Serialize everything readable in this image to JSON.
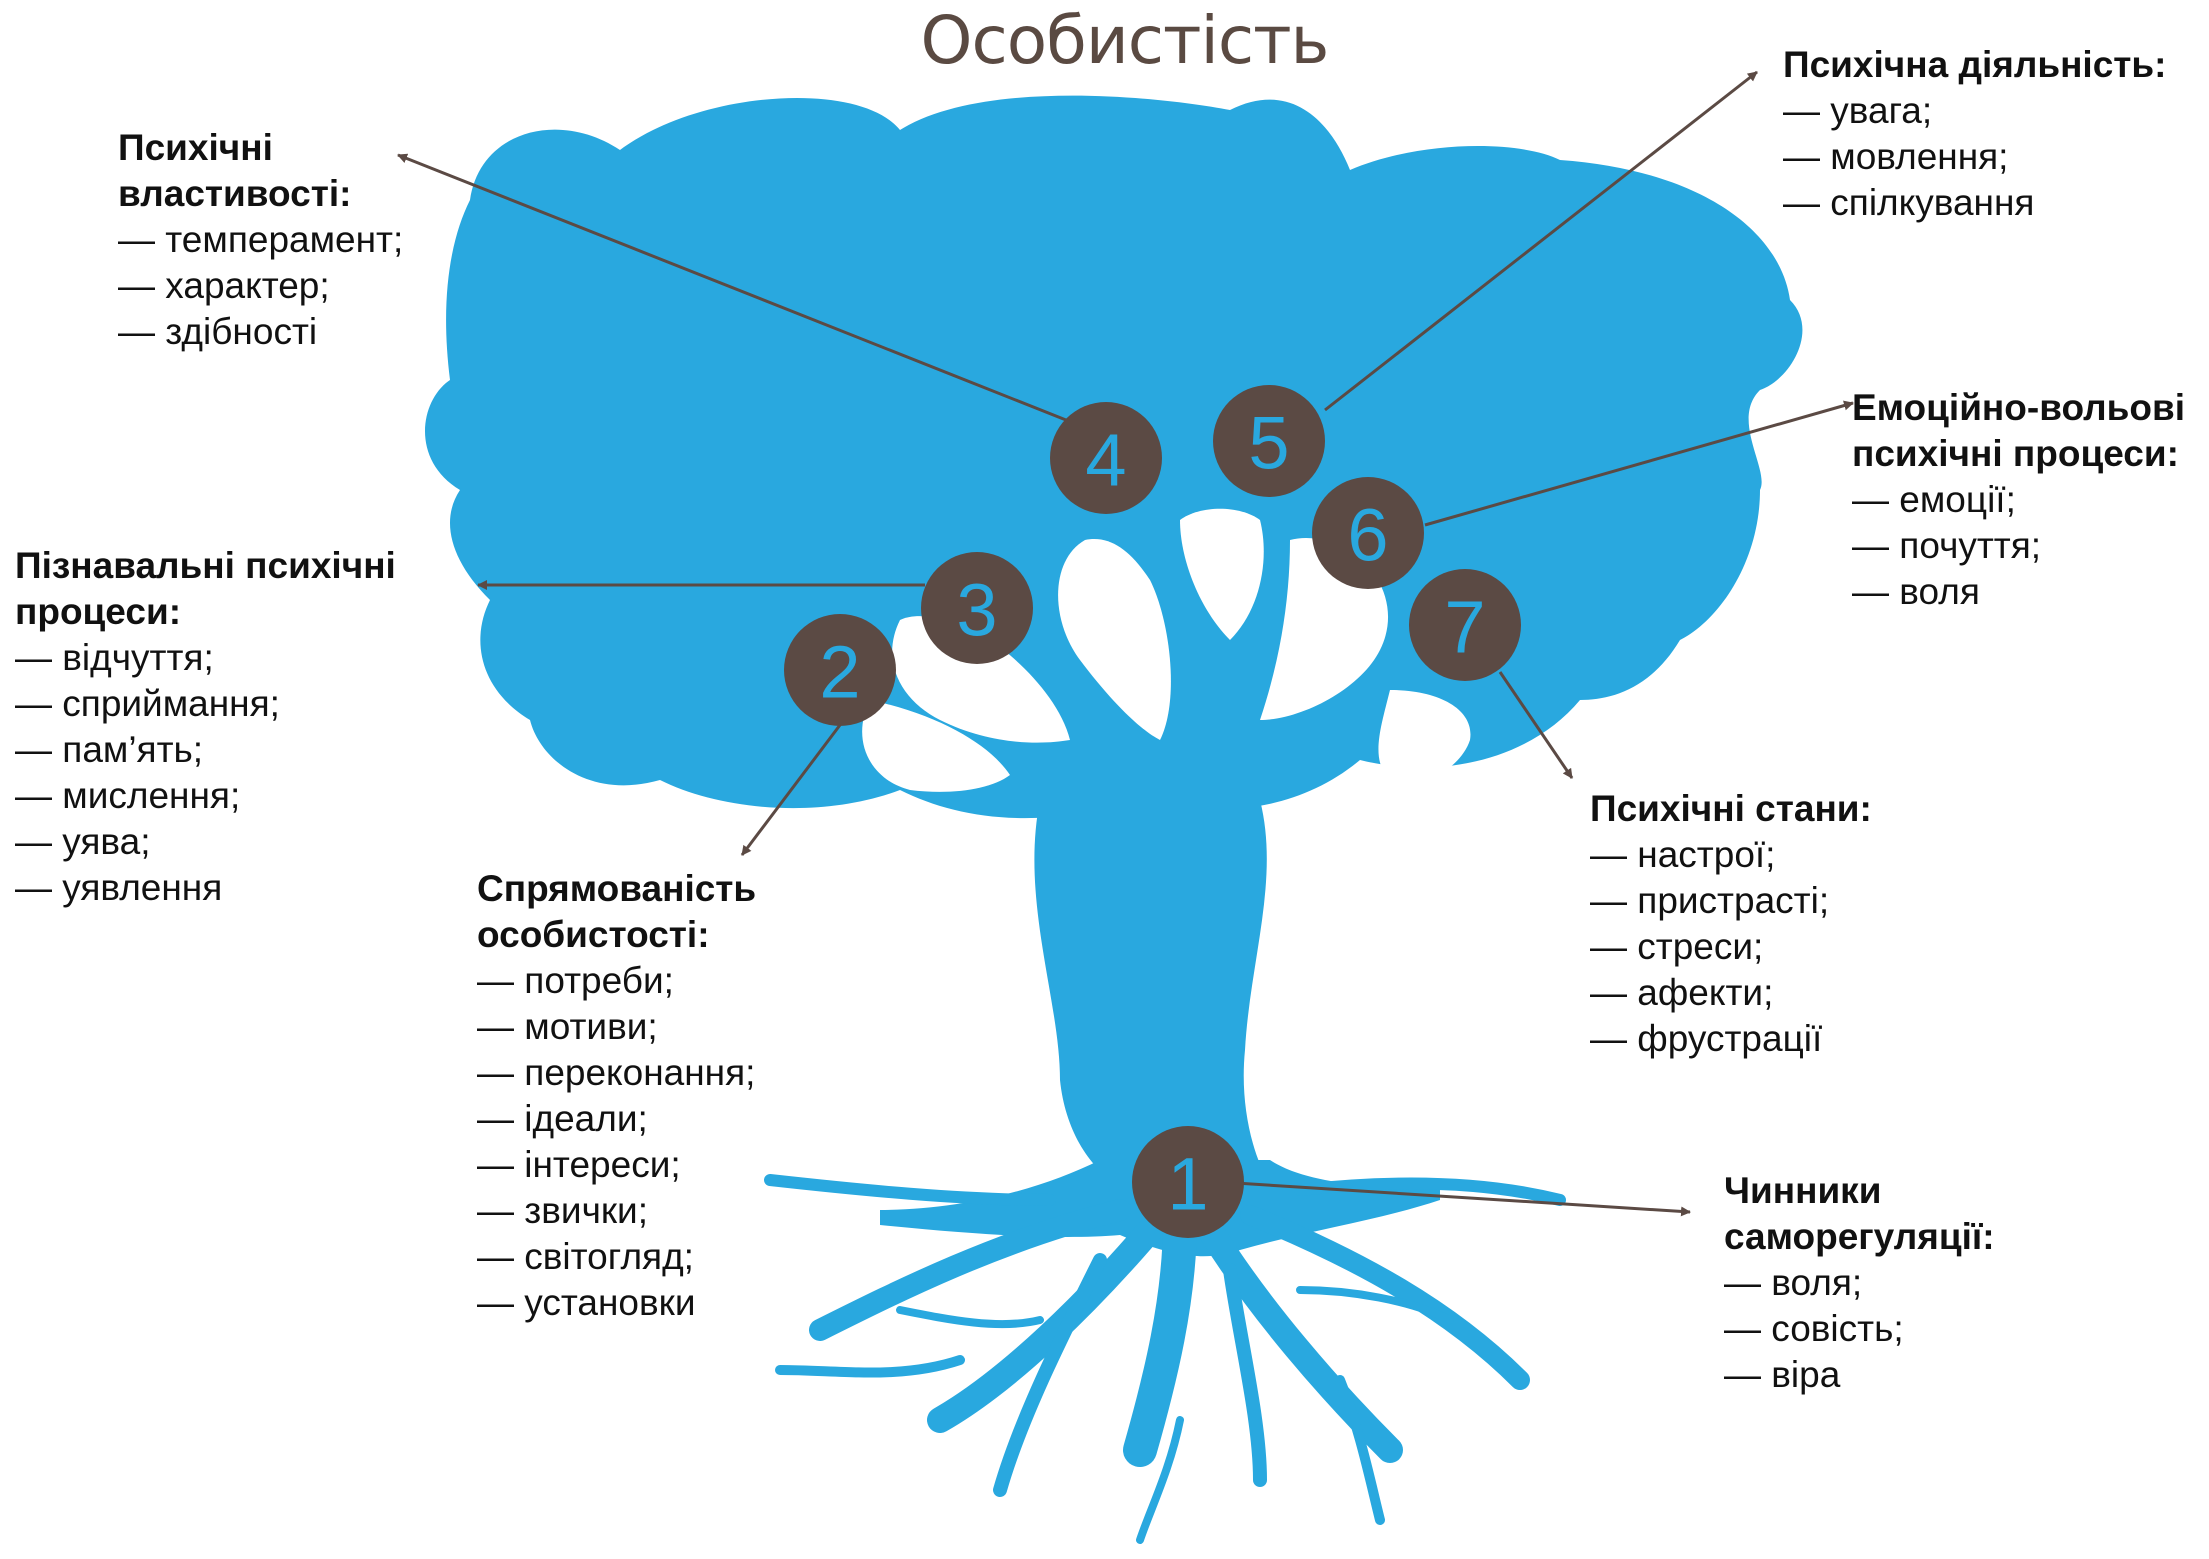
{
  "title": "Особистість",
  "colors": {
    "tree": "#29a8df",
    "node": "#5b4a44",
    "number": "#29a8df",
    "text": "#111111"
  },
  "nodes": [
    "1",
    "2",
    "3",
    "4",
    "5",
    "6",
    "7"
  ],
  "blocks": [
    {
      "head": "Психічні властивості:",
      "items": [
        "— темперамент;",
        "— характер;",
        "— здібності"
      ]
    },
    {
      "head": "Психічна діяльність:",
      "items": [
        "— увага;",
        "— мовлення;",
        "— спілкування"
      ]
    },
    {
      "head": "Пізнавальні психічні процеси:",
      "items": [
        "— відчуття;",
        "— сприймання;",
        "— пам’ять;",
        "— мислення;",
        "— уява;",
        "— уявлення"
      ]
    },
    {
      "head": "Емоційно-вольові психічні процеси:",
      "items": [
        "— емоції;",
        "— почуття;",
        "— воля"
      ]
    },
    {
      "head": "Спрямованість особистості:",
      "items": [
        "— потреби;",
        "— мотиви;",
        "— переконання;",
        "— ідеали;",
        "— інтереси;",
        "— звички;",
        "— світогляд;",
        "— установки"
      ]
    },
    {
      "head": "Психічні стани:",
      "items": [
        "— настрої;",
        "— пристрасті;",
        "— стреси;",
        "— афекти;",
        "— фрустрації"
      ]
    },
    {
      "head": "Чинники саморегуляції:",
      "items": [
        "— воля;",
        "— совість;",
        "— віра"
      ]
    }
  ]
}
